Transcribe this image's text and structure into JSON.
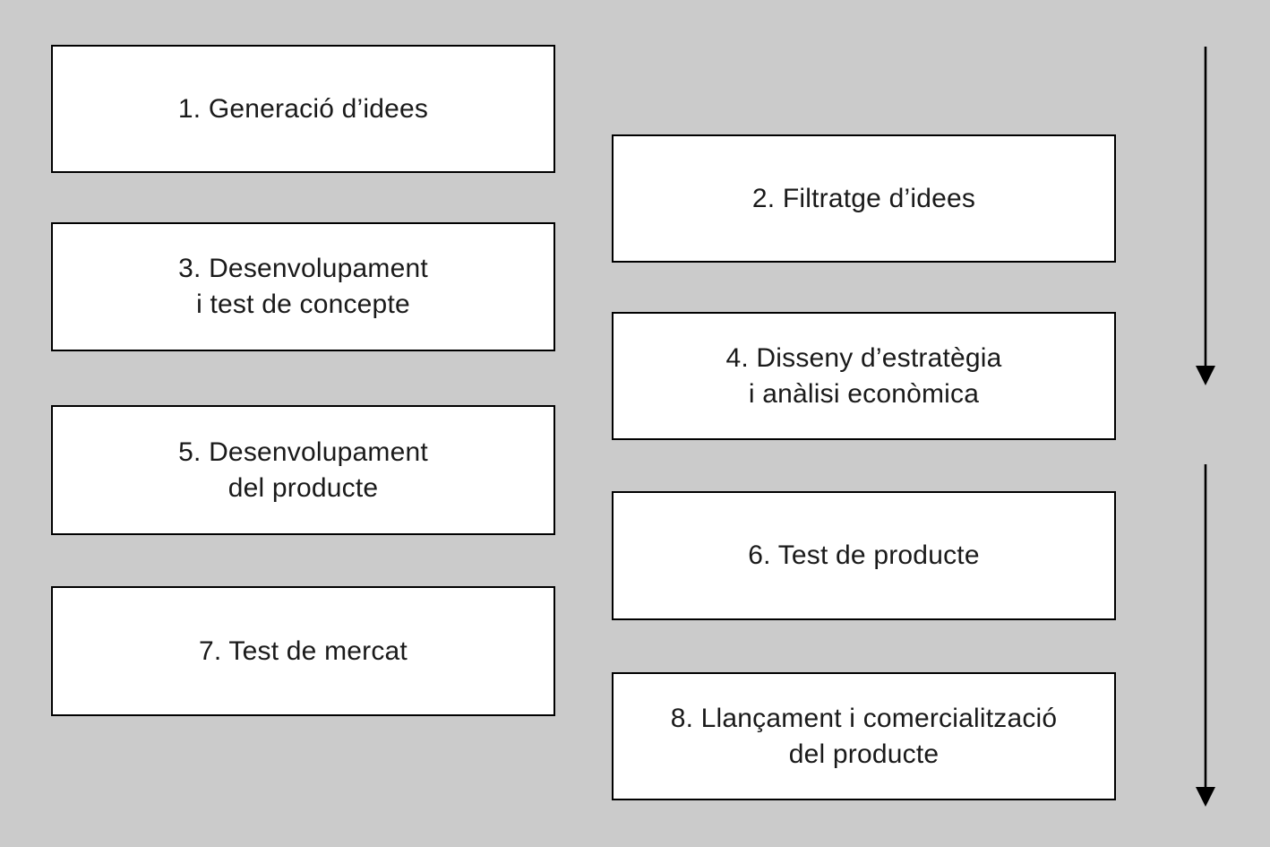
{
  "colors": {
    "background": "#cbcbcb",
    "box_fill": "#ffffff",
    "box_border": "#000000",
    "text": "#1a1a1a",
    "arrow": "#000000"
  },
  "boxes": [
    {
      "step": 1,
      "name": "generacio-idees",
      "lines": [
        "1. Generació d’idees"
      ]
    },
    {
      "step": 2,
      "name": "filtratge-idees",
      "lines": [
        "2. Filtratge d’idees"
      ]
    },
    {
      "step": 3,
      "name": "desenvolupament-test-concepte",
      "lines": [
        "3. Desenvolupament",
        "i test de concepte"
      ]
    },
    {
      "step": 4,
      "name": "disseny-estrategia",
      "lines": [
        "4. Disseny d’estratègia",
        "i anàlisi econòmica"
      ]
    },
    {
      "step": 5,
      "name": "desenvolupament-producte",
      "lines": [
        "5. Desenvolupament",
        "del producte"
      ]
    },
    {
      "step": 6,
      "name": "test-producte",
      "lines": [
        "6. Test de producte"
      ]
    },
    {
      "step": 7,
      "name": "test-mercat",
      "lines": [
        "7. Test de mercat"
      ]
    },
    {
      "step": 8,
      "name": "llancament-comercialitzacio",
      "lines": [
        "8. Llançament i comercialització",
        "del producte"
      ]
    }
  ],
  "arrows": [
    {
      "name": "flow-arrow-top",
      "direction": "down"
    },
    {
      "name": "flow-arrow-bottom",
      "direction": "down"
    }
  ]
}
